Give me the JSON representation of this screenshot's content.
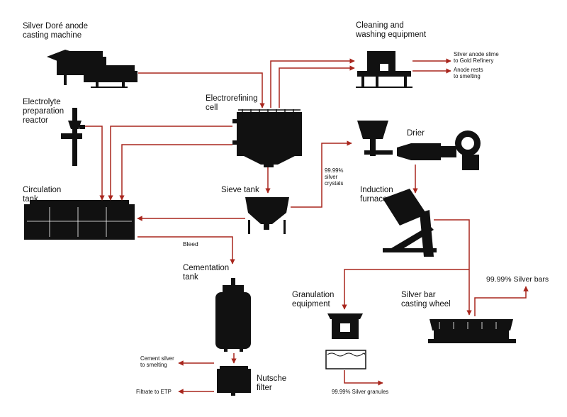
{
  "colors": {
    "arrow": "#a8261d",
    "machine": "#111111",
    "background": "#ffffff"
  },
  "labels": {
    "casting_machine": [
      "Silver Doré anode",
      "casting machine"
    ],
    "cleaning": [
      "Cleaning and",
      "washing equipment"
    ],
    "electrolyte": [
      "Electrolyte",
      "preparation",
      "reactor"
    ],
    "electrorefining": [
      "Electrorefining",
      "cell"
    ],
    "drier": "Drier",
    "circulation": [
      "Circulation",
      "tank"
    ],
    "sieve": "Sieve tank",
    "induction": [
      "Induction",
      "furnace"
    ],
    "bleed": "Bleed",
    "cementation": [
      "Cementation",
      "tank"
    ],
    "granulation": [
      "Granulation",
      "equipment"
    ],
    "bar_wheel": [
      "Silver bar",
      "casting wheel"
    ],
    "nutsche": [
      "Nutsche",
      "filter"
    ]
  },
  "outputs": {
    "anode_slime": [
      "Silver anode slime",
      "to Gold Refinery"
    ],
    "anode_rests": [
      "Anode rests",
      "to smelting"
    ],
    "crystals": [
      "99.99%",
      "silver",
      "crystals"
    ],
    "silver_bars": "99.99% Silver bars",
    "cement_silver": [
      "Cement silver",
      "to smelting"
    ],
    "filtrate": "Filtrate to ETP",
    "granules": "99.99% Silver granules"
  }
}
